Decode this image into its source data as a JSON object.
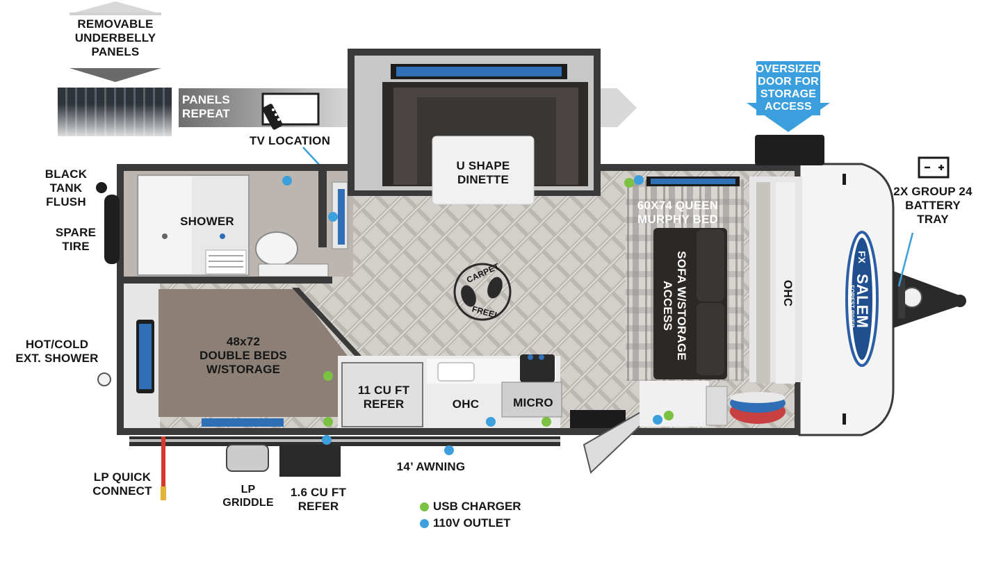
{
  "labels": {
    "removable_panels": "REMOVABLE\nUNDERBELLY\nPANELS",
    "panels_repeat": "PANELS\nREPEAT",
    "tv_location": "TV LOCATION",
    "black_tank_flush": "BLACK\nTANK\nFLUSH",
    "spare_tire": "SPARE\nTIRE",
    "hot_cold_shower": "HOT/COLD\nEXT. SHOWER",
    "lp_quick_connect": "LP QUICK\nCONNECT",
    "lp_griddle": "LP\nGRIDDLE",
    "outdoor_refer": "1.6 CU FT\nREFER",
    "awning": "14’ AWNING",
    "shower": "SHOWER",
    "double_beds": "48x72\nDOUBLE BEDS\nW/STORAGE",
    "u_dinette": "U SHAPE\nDINETTE",
    "refer": "11 CU FT\nREFER",
    "ohc_kitchen": "OHC",
    "micro": "MICRO",
    "murphy_bed": "60X74 QUEEN\nMURPHY BED",
    "sofa": "SOFA W/STORAGE\nACCESS",
    "ohc_front": "OHC",
    "storage_door": "OVERSIZED\nDOOR FOR\nSTORAGE\nACCESS",
    "battery_tray": "2X GROUP 24\nBATTERY\nTRAY",
    "carpet_top": "CARPET",
    "carpet_bottom": "FREE!",
    "brand": "SALEM",
    "brand_sub": "FOREST RIVER",
    "brand_fx": "FX"
  },
  "legend": [
    {
      "label": "USB CHARGER",
      "color": "#7cc242"
    },
    {
      "label": "110V OUTLET",
      "color": "#3d9fdb"
    }
  ],
  "colors": {
    "accent_blue": "#3a9fdc",
    "usb_green": "#7cc242",
    "outlet_blue": "#3d9fdb",
    "wall": "#3a3a3a",
    "floor": "#cfcac6",
    "bed_carpet": "#8b7f76"
  }
}
